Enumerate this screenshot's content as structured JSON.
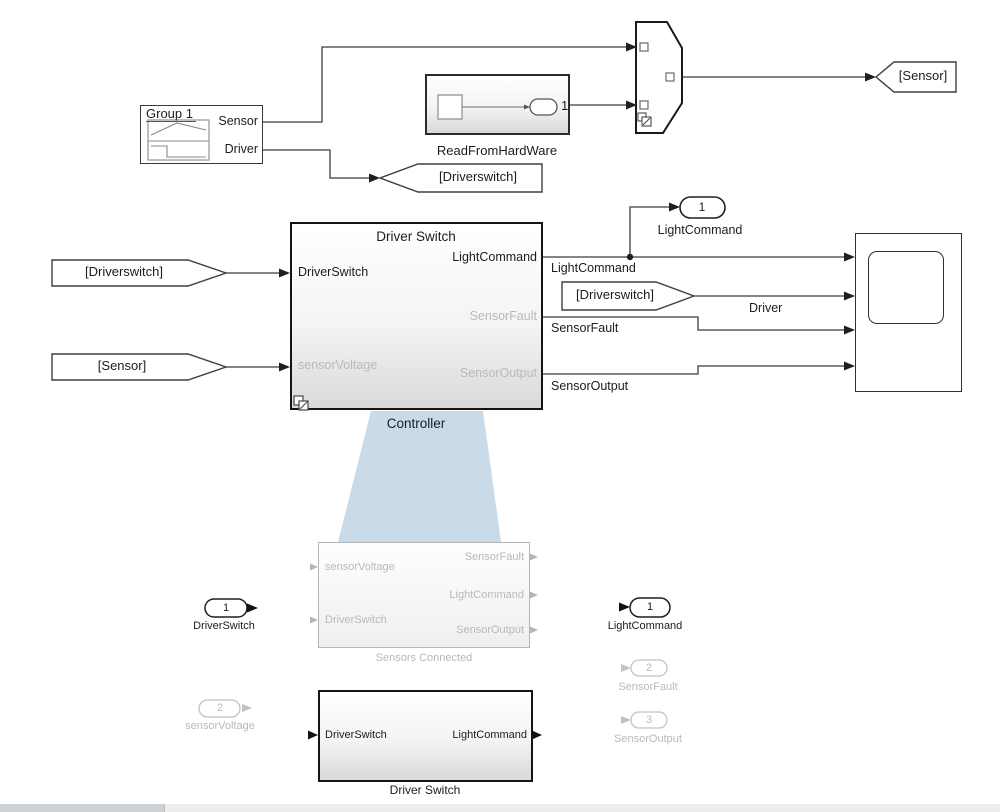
{
  "colors": {
    "wire": "#3c3c3c",
    "block_border": "#1a1a1a",
    "faded": "#b9b9b9",
    "variant_shade": "#c9dbe9"
  },
  "blocks": {
    "signal_builder": {
      "title": "Group 1",
      "port_sensor": "Sensor",
      "port_driver": "Driver"
    },
    "read_from_hardware": {
      "label": "ReadFromHardWare",
      "outport": "1"
    },
    "controller": {
      "title": "Driver Switch",
      "label": "Controller",
      "in_driverswitch": "DriverSwitch",
      "in_sensorvoltage": "sensorVoltage",
      "out_lightcommand": "LightCommand",
      "out_sensorfault": "SensorFault",
      "out_sensoroutput": "SensorOutput"
    },
    "sensors_connected": {
      "label": "Sensors Connected",
      "in_sensorvoltage": "sensorVoltage",
      "in_driverswitch": "DriverSwitch",
      "out_sensorfault": "SensorFault",
      "out_lightcommand": "LightCommand",
      "out_sensoroutput": "SensorOutput"
    },
    "driver_switch_child": {
      "label": "Driver Switch",
      "in_driverswitch": "DriverSwitch",
      "out_lightcommand": "LightCommand"
    }
  },
  "tags": {
    "goto_driverswitch": "[Driverswitch]",
    "goto_sensor": "[Sensor]",
    "from_driverswitch": "[Driverswitch]",
    "from_sensor": "[Sensor]",
    "from_driverswitch_mid": "[Driverswitch]"
  },
  "ports": {
    "outport_lightcommand": {
      "number": "1",
      "label": "LightCommand"
    },
    "child_in_driverswitch": {
      "number": "1",
      "label": "DriverSwitch"
    },
    "child_in_sensorvoltage": {
      "number": "2",
      "label": "sensorVoltage"
    },
    "child_out_lightcommand": {
      "number": "1",
      "label": "LightCommand"
    },
    "child_out_sensorfault": {
      "number": "2",
      "label": "SensorFault"
    },
    "child_out_sensoroutput": {
      "number": "3",
      "label": "SensorOutput"
    }
  },
  "wire_labels": {
    "lightcommand": "LightCommand",
    "driver": "Driver",
    "sensorfault": "SensorFault",
    "sensoroutput": "SensorOutput"
  }
}
